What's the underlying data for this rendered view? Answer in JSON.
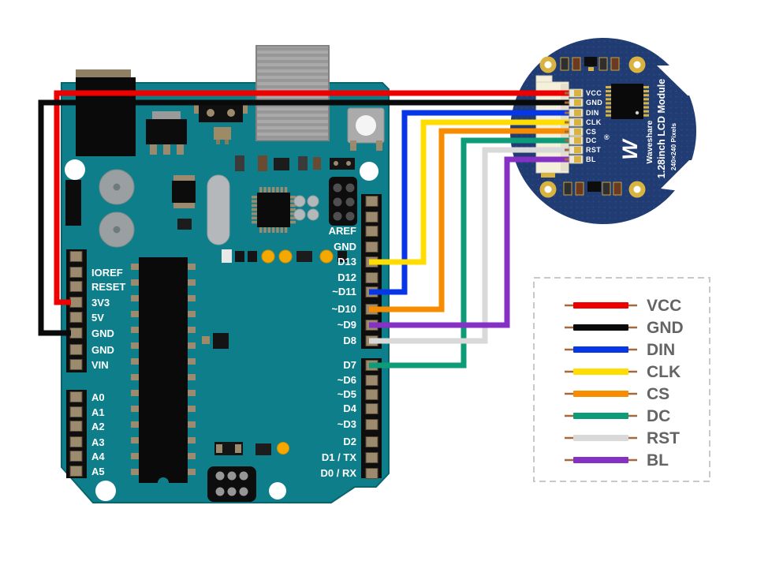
{
  "arduino": {
    "left_pin_labels": [
      "IOREF",
      "RESET",
      "3V3",
      "5V",
      "GND",
      "GND",
      "VIN",
      "A0",
      "A1",
      "A2",
      "A3",
      "A4",
      "A5"
    ],
    "right_pin_labels": [
      "AREF",
      "GND",
      "D13",
      "D12",
      "~D11",
      "~D10",
      "~D9",
      "D8",
      "D7",
      "~D6",
      "~D5",
      "D4",
      "~D3",
      "D2",
      "D1 / TX",
      "D0 / RX"
    ]
  },
  "lcd": {
    "pin_labels": [
      "VCC",
      "GND",
      "DIN",
      "CLK",
      "CS",
      "DC",
      "RST",
      "BL"
    ],
    "brand": "Waveshare",
    "product": "1.28inch LCD Module",
    "resolution": "240×240 Pixels",
    "logo": "W",
    "registered_mark": "®"
  },
  "legend": {
    "items": [
      {
        "label": "VCC",
        "color": "#ee0000"
      },
      {
        "label": "GND",
        "color": "#0a0a0a"
      },
      {
        "label": "DIN",
        "color": "#0636e6"
      },
      {
        "label": "CLK",
        "color": "#ffdd00"
      },
      {
        "label": "CS",
        "color": "#f78c00"
      },
      {
        "label": "DC",
        "color": "#0d9b78"
      },
      {
        "label": "RST",
        "color": "#d9d9d9"
      },
      {
        "label": "BL",
        "color": "#8531c4"
      }
    ]
  },
  "wires": [
    {
      "name": "VCC",
      "color": "#ee0000"
    },
    {
      "name": "GND",
      "color": "#0a0a0a"
    },
    {
      "name": "DIN",
      "color": "#0636e6"
    },
    {
      "name": "CLK",
      "color": "#ffdd00"
    },
    {
      "name": "CS",
      "color": "#f78c00"
    },
    {
      "name": "DC",
      "color": "#0d9b78"
    },
    {
      "name": "RST",
      "color": "#d9d9d9"
    },
    {
      "name": "BL",
      "color": "#8531c4"
    }
  ],
  "colors": {
    "arduino_board": "#0e7f8a",
    "lcd_board": "#203c72",
    "gold": "#d9b342",
    "lead": "#a5693d"
  }
}
